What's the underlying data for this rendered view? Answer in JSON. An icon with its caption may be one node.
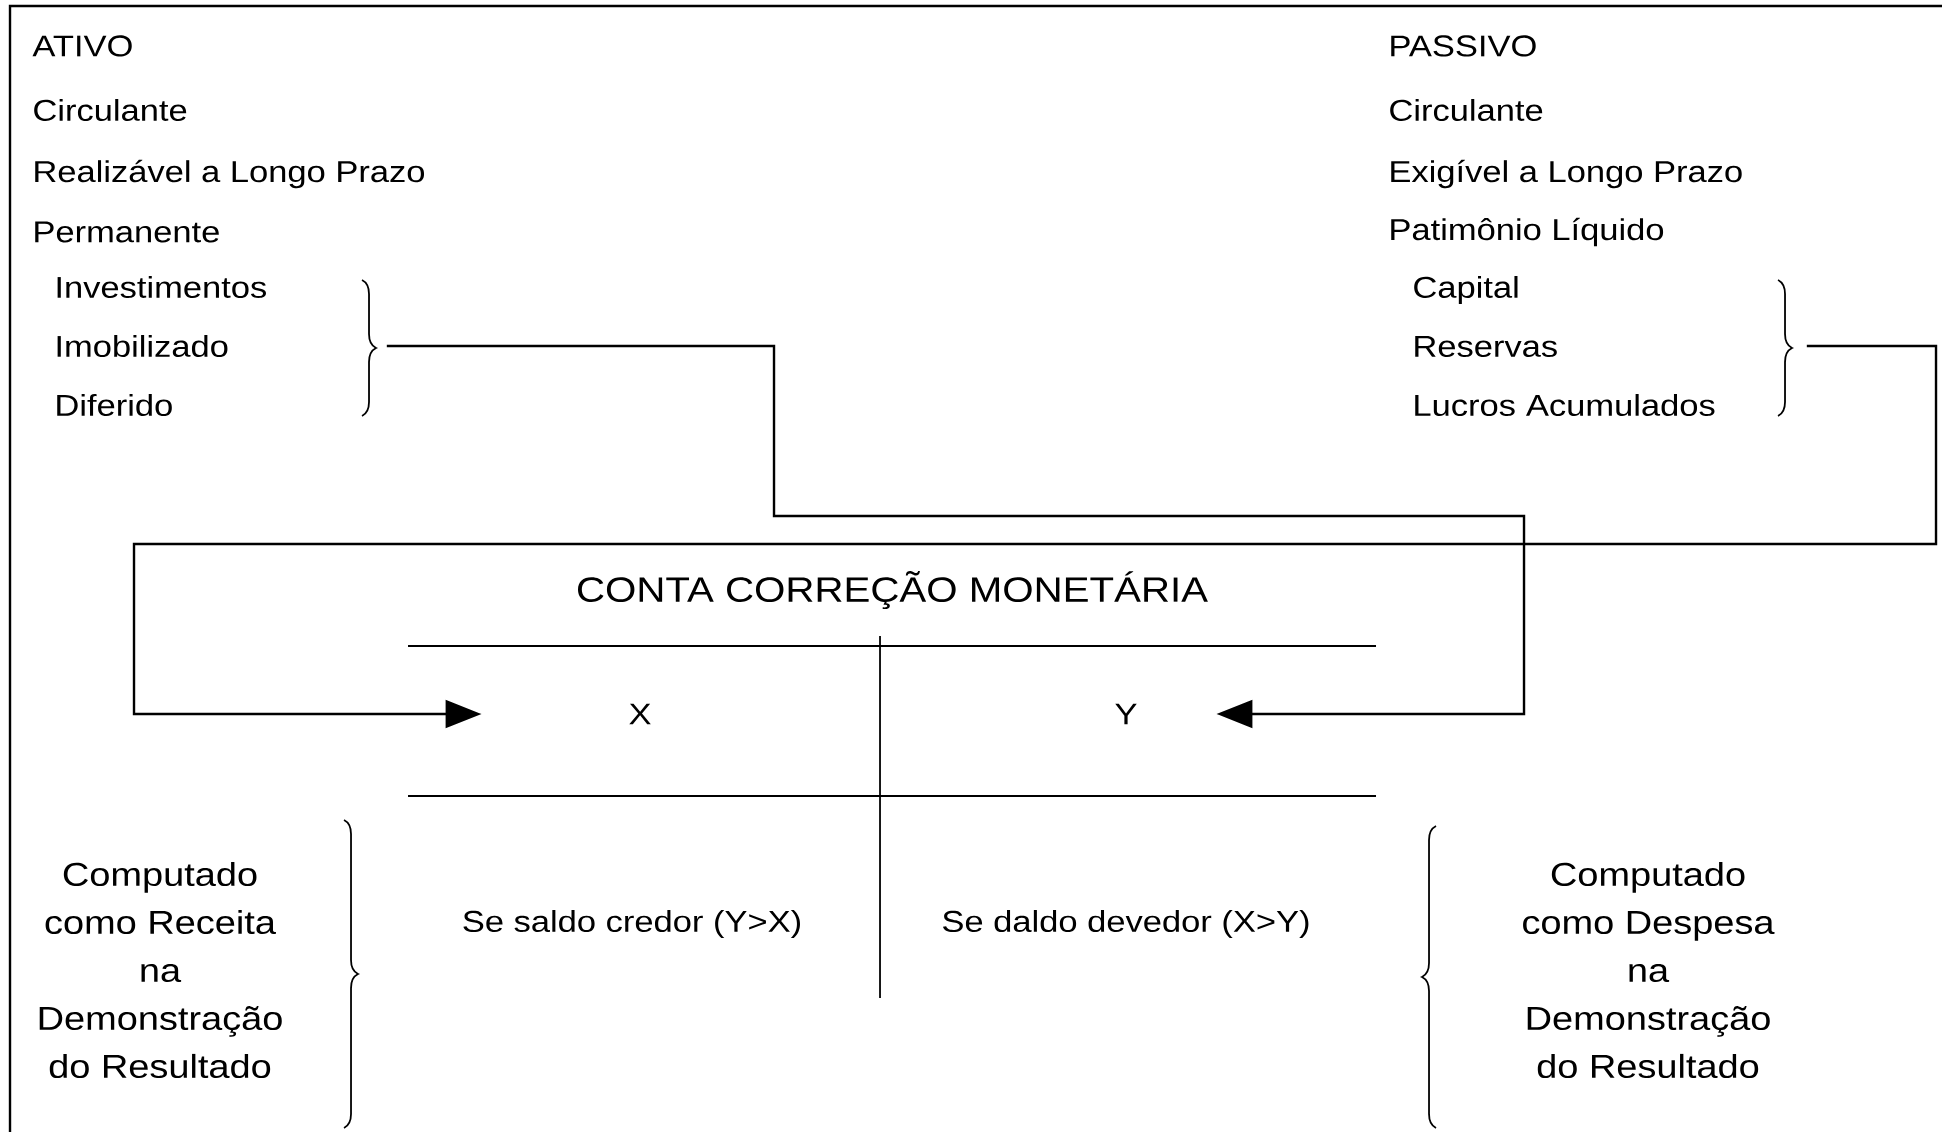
{
  "diagram": {
    "nodes": [
      {
        "text": [
          "Investimentos",
          "Imobilizado",
          "Diferido"
        ]
      },
      {
        "text": [
          "Capital",
          "Reservas",
          "Lucros Acumulados"
        ]
      },
      {
        "text": [
          "X"
        ]
      },
      {
        "text": [
          "Y"
        ]
      }
    ],
    "edges": [
      {
        "from": 0,
        "to": 3,
        "arrow": "to"
      },
      {
        "from": 1,
        "to": 2,
        "arrow": "to"
      }
    ],
    "labels": [
      "ATIVO",
      "Circulante",
      "Realizável a Longo Prazo",
      "Permanente",
      "PASSIVO",
      "Circulante",
      "Exigível a Longo Prazo",
      "Patimônio Líquido",
      "CONTA CORREÇÃO MONETÁRIA",
      "Computado como Receita na Demonstração do Resultado",
      "Se saldo credor (Y>X)",
      "Se daldo devedor (X>Y)",
      "Computado como Despesa na Demonstração do Resultado"
    ]
  }
}
